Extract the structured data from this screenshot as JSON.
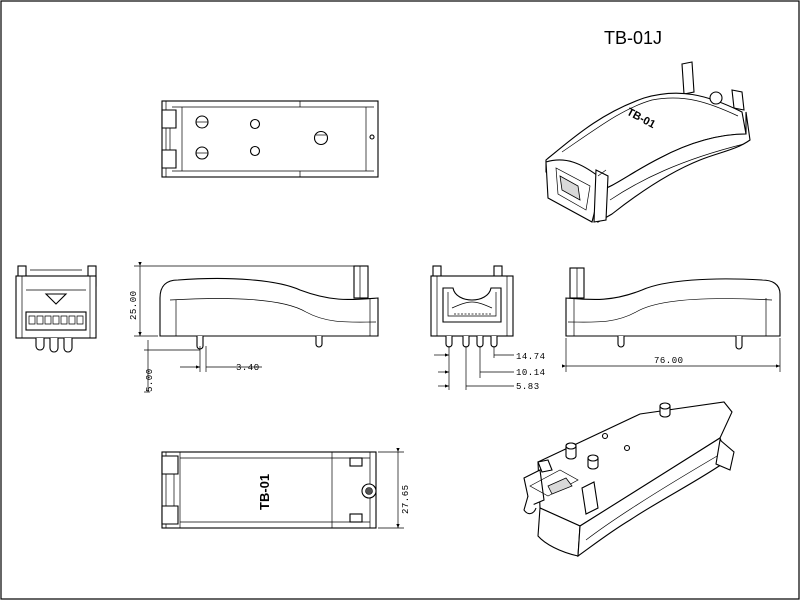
{
  "drawing": {
    "part_number": "TB-01J",
    "part_marking_top": "TB-01",
    "part_marking_iso": "TB-01"
  },
  "dimensions": {
    "height": "25.00",
    "pin_length": "5.00",
    "pin_offset": "3.40",
    "pitch_a": "14.74",
    "pitch_b": "10.14",
    "pitch_c": "5.83",
    "length": "76.00",
    "width": "27.65"
  }
}
